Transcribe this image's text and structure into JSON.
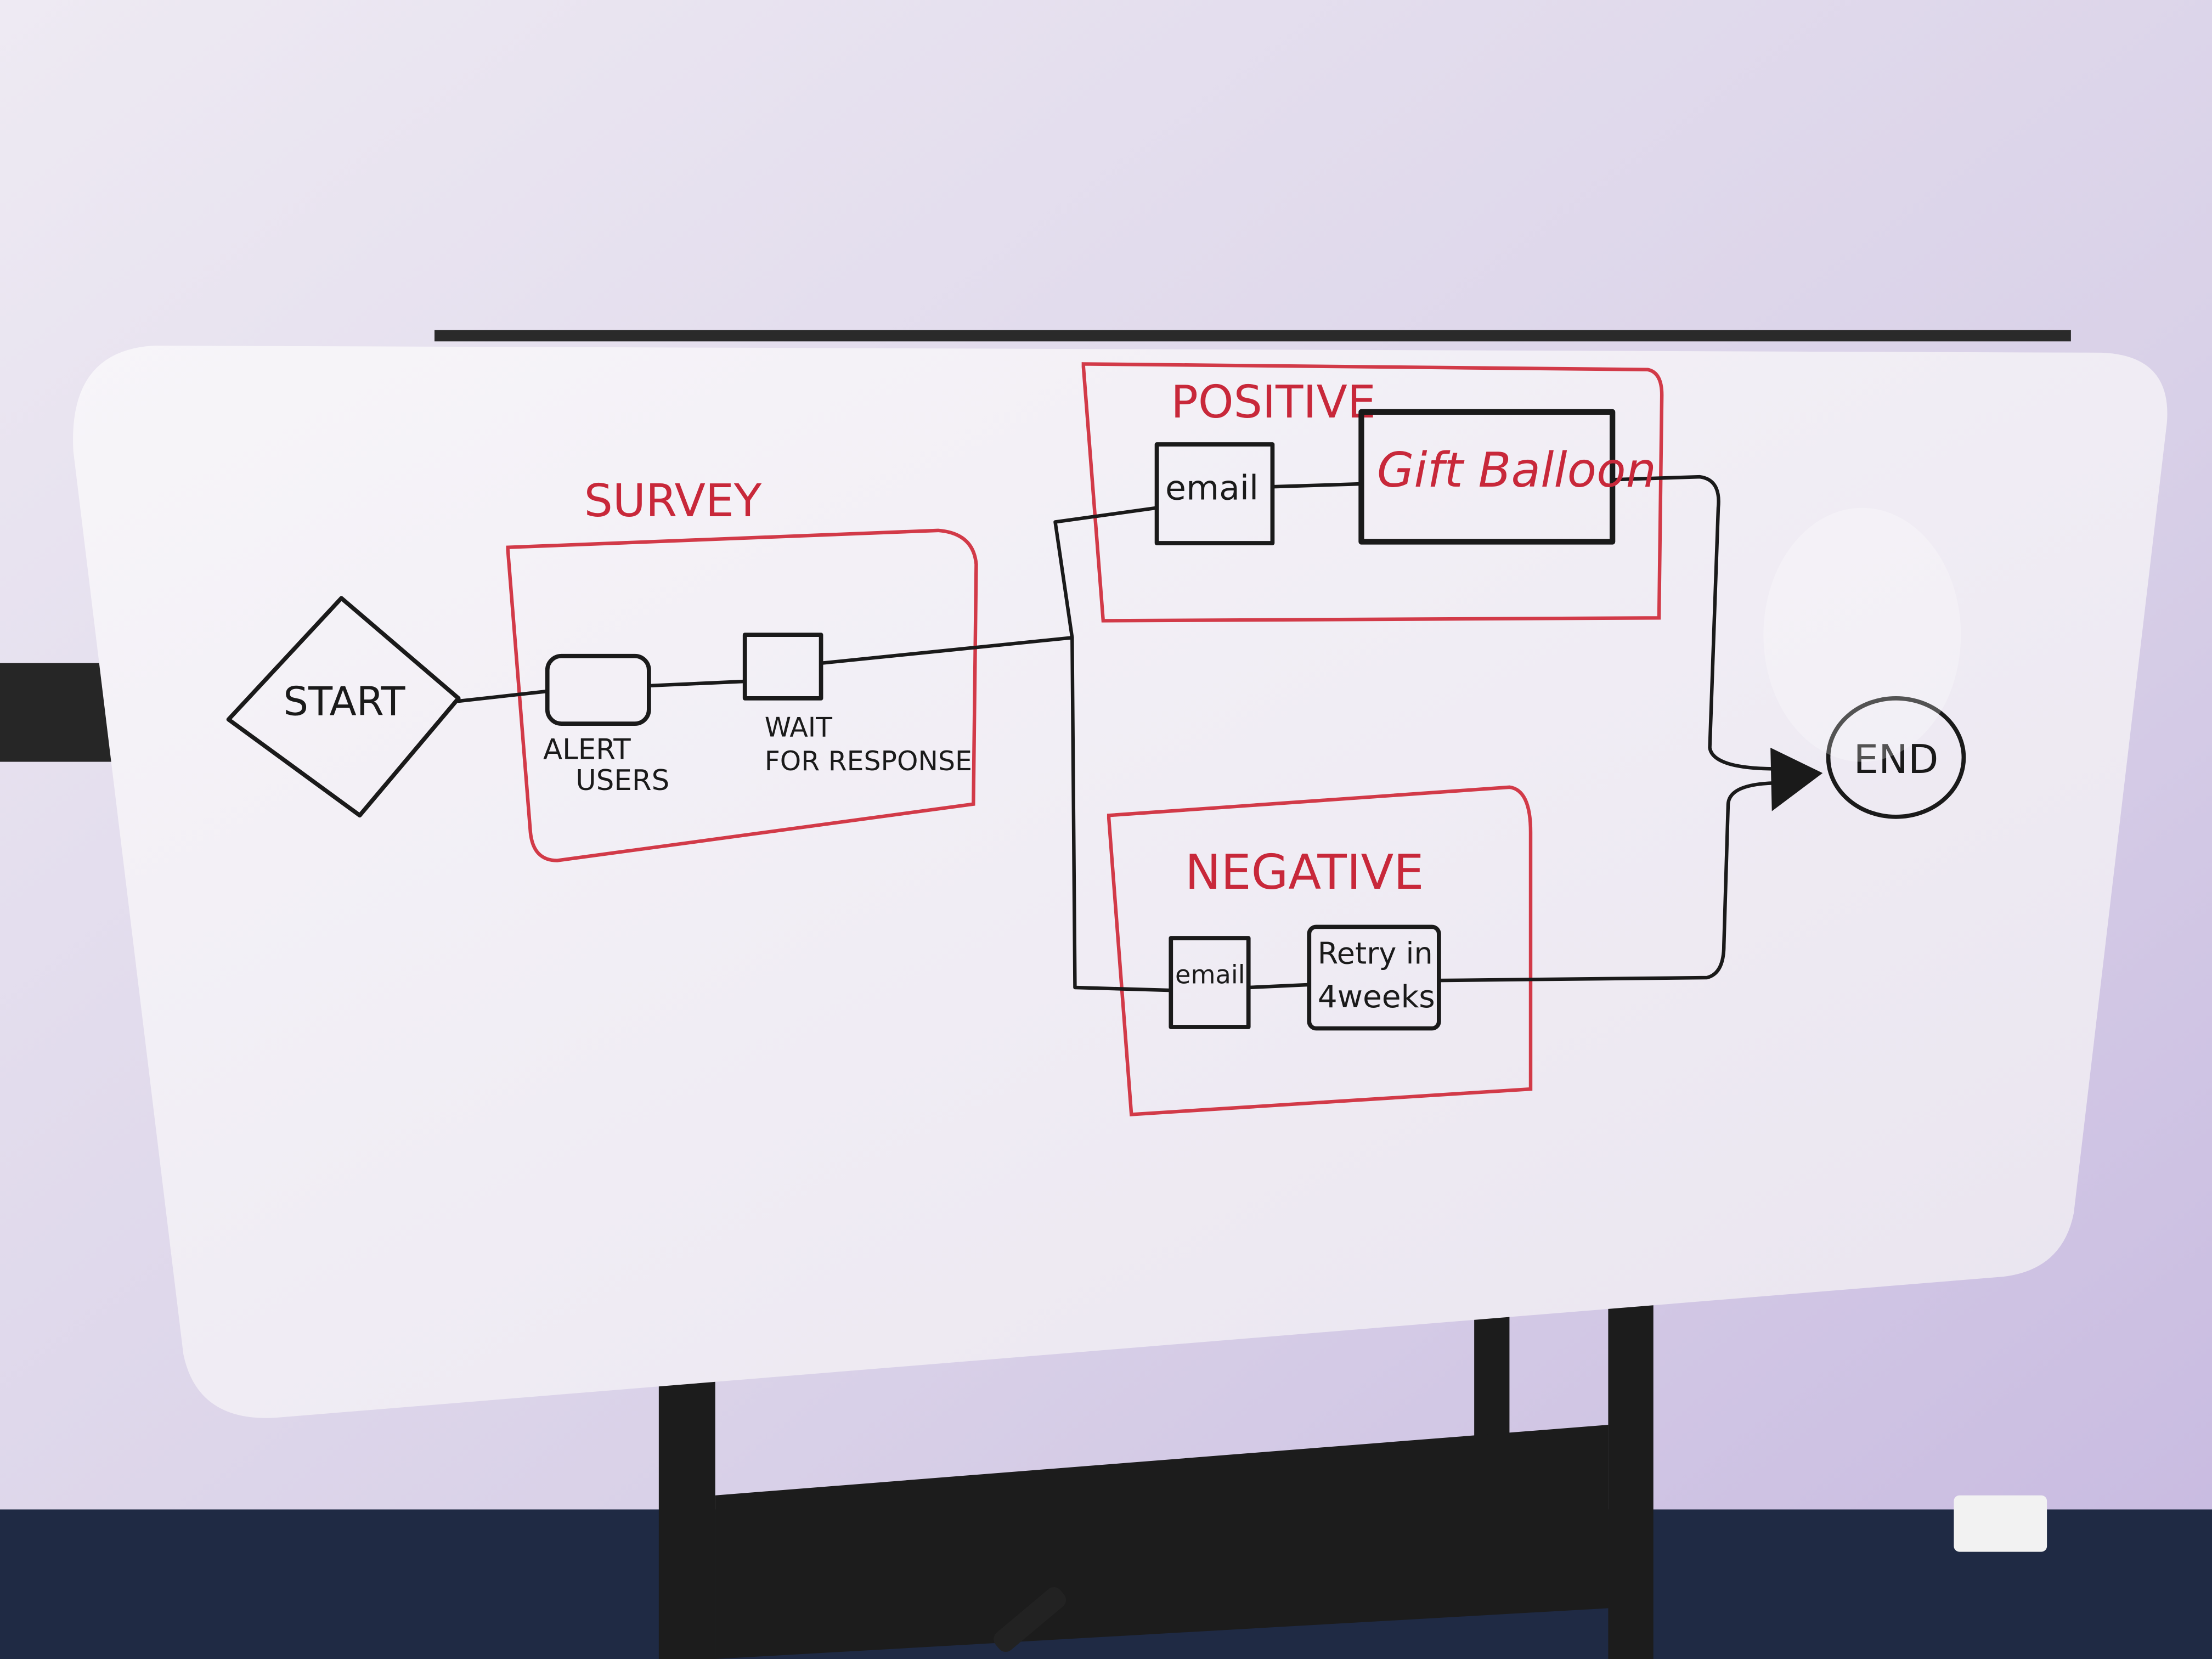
{
  "diagram": {
    "start": "START",
    "survey": {
      "title": "SURVEY",
      "alert_line1": "ALERT",
      "alert_line2": "USERS",
      "wait_line1": "WAIT",
      "wait_line2": "FOR RESPONSE"
    },
    "positive": {
      "title": "POSITIVE",
      "email": "email",
      "gift": "Gift Balloon"
    },
    "negative": {
      "title": "NEGATIVE",
      "email": "email",
      "retry_line1": "Retry in",
      "retry_line2": "4weeks"
    },
    "end": "END"
  },
  "colors": {
    "marker_black": "#1a1a1a",
    "marker_red": "#d23a48",
    "board": "#f4f1f6",
    "wall": "#d9d2e6"
  }
}
